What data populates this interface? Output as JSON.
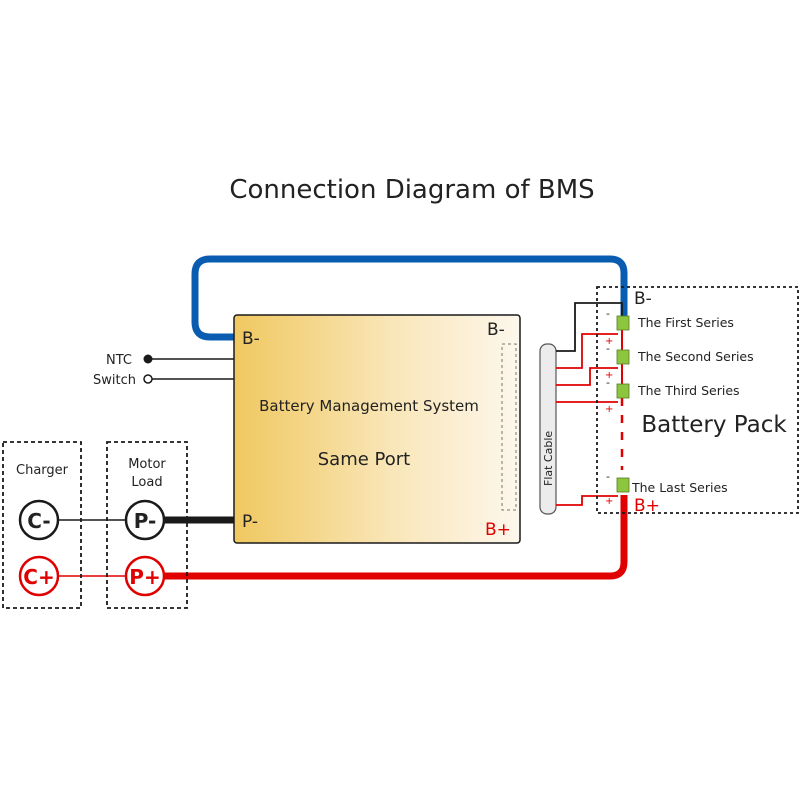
{
  "title": "Connection Diagram of BMS",
  "bms": {
    "name": "Battery Management System",
    "port_mode": "Same Port",
    "terminals": {
      "b_minus_left": "B-",
      "p_minus": "P-",
      "b_minus_right": "B-",
      "b_plus": "B+"
    }
  },
  "signals": {
    "ntc": "NTC",
    "switch": "Switch"
  },
  "charger": {
    "label": "Charger",
    "c_minus": "C-",
    "c_plus": "C+"
  },
  "load": {
    "label_line1": "Motor",
    "label_line2": "Load",
    "p_minus": "P-",
    "p_plus": "P+"
  },
  "flat_cable": "Flat Cable",
  "battery_pack": {
    "label": "Battery Pack",
    "b_minus": "B-",
    "b_plus": "B+",
    "series": [
      "The First Series",
      "The Second Series",
      "The Third Series",
      "The Last Series"
    ],
    "minus_sign": "-",
    "plus_sign": "+"
  },
  "colors": {
    "blue_wire": "#0a5cb0",
    "red_wire": "#e00000",
    "black_wire": "#1a1a1a",
    "cell_tab": "#8cc63f"
  }
}
